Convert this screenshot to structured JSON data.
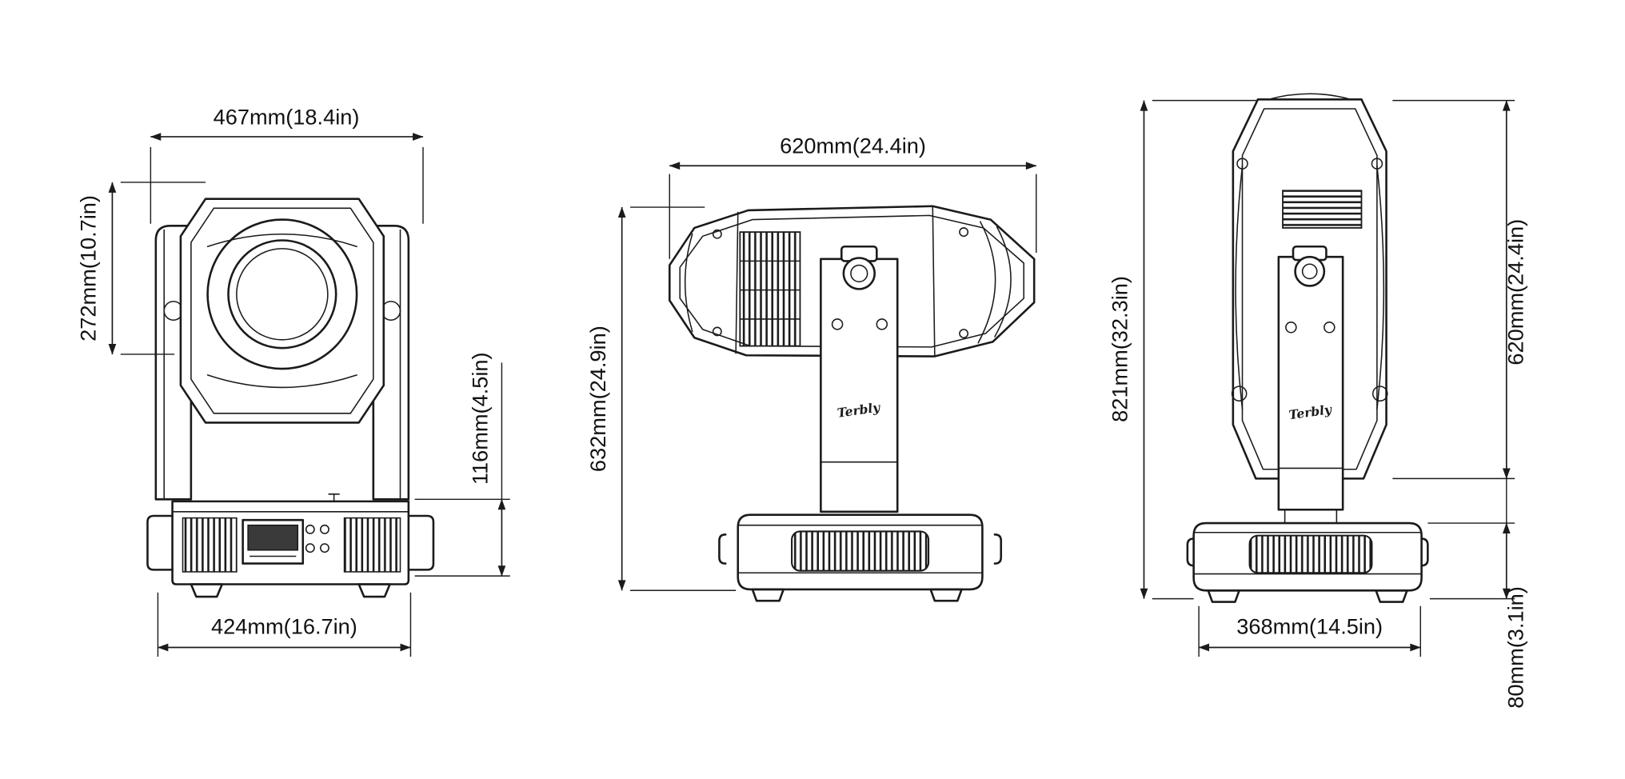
{
  "drawing": {
    "brand_logo": "Terbly",
    "front_view": {
      "overall_width": "467mm(18.4in)",
      "head_height": "272mm(10.7in)",
      "base_height": "116mm(4.5in)",
      "base_width": "424mm(16.7in)"
    },
    "side_view": {
      "head_length": "620mm(24.4in)",
      "overall_height": "632mm(24.9in)"
    },
    "rear_view": {
      "overall_height": "821mm(32.3in)",
      "head_length": "620mm(24.4in)",
      "base_height": "80mm(3.1in)",
      "base_width": "368mm(14.5in)"
    }
  }
}
